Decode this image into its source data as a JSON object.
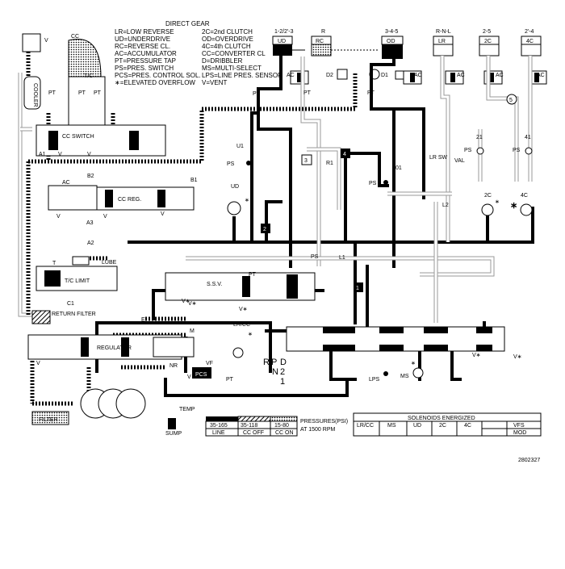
{
  "legend": {
    "title": "DIRECT GEAR",
    "left": [
      "LR=LOW REVERSE",
      "UD=UNDERDRIVE",
      "RC=REVERSE CL.",
      "AC=ACCUMULATOR",
      "PT=PRESSURE TAP",
      "PS=PRES. SWITCH",
      "PCS=PRES. CONTROL SOL.",
      "∗=ELEVATED OVERFLOW"
    ],
    "right": [
      "2C=2nd CLUTCH",
      "OD=OVERDRIVE",
      "4C=4th CLUTCH",
      "CC=CONVERTER CL",
      "D=DRIBBLER",
      "MS=MULTI-SELECT",
      "LPS=LINE PRES. SENSOR",
      "V=VENT"
    ]
  },
  "clutches": [
    {
      "gear": "1-2/2'-3",
      "name": "UD"
    },
    {
      "gear": "R",
      "name": "RC"
    },
    {
      "gear": "3-4-5",
      "name": "OD"
    },
    {
      "gear": "R-N-L",
      "name": "LR"
    },
    {
      "gear": "2-5",
      "name": "2C"
    },
    {
      "gear": "2'-4",
      "name": "4C"
    }
  ],
  "valves": {
    "cc_switch": "CC SWITCH",
    "cc_reg": "CC REG.",
    "ssv": "S.S.V.",
    "tc_limit": "T/C LIMIT",
    "regulator": "REGULATOR",
    "cooler": "COOLER",
    "tc": "T/C",
    "cc": "CC",
    "lube": "LUBE",
    "return_filter": "RETURN FILTER",
    "filter": "FILTER",
    "sump": "SUMP",
    "temp": "TEMP",
    "pcs": "PCS",
    "lr_sw": "LR SW",
    "val": "VAL",
    "lr_cc": "LR/CC",
    "ms": "MS",
    "lps": "LPS"
  },
  "labels": {
    "v": "V",
    "vstar": "V∗",
    "pt": "PT",
    "ac": "AC",
    "ps": "PS",
    "a1": "A1",
    "a2": "A2",
    "a3": "A3",
    "b1": "B1",
    "b2": "B2",
    "c1": "C1",
    "d1": "D1",
    "d2": "D2",
    "u1": "U1",
    "r1": "R1",
    "l1": "L1",
    "l2": "L2",
    "o1": "01",
    "n21": "21",
    "n41": "41",
    "t": "T",
    "e": "E",
    "m": "M",
    "nr": "NR",
    "vf": "VF",
    "ud": "UD",
    "2c": "2C",
    "4c": "4C",
    "star": "∗"
  },
  "circled": [
    "1",
    "2",
    "3",
    "4",
    "5"
  ],
  "shift": {
    "r": "R",
    "p": "P",
    "d": "D",
    "n": "N",
    "two": "2",
    "one": "1"
  },
  "pressure_legend": {
    "ranges": [
      "35-165",
      "35-118",
      "15-80"
    ],
    "names": [
      "LINE",
      "CC OFF",
      "CC ON"
    ],
    "caption1": "PRESSURES(PSI)",
    "caption2": "AT 1500 RPM"
  },
  "solenoids": {
    "title": "SOLENOIDS ENERGIZED",
    "cells": [
      "LR/CC",
      "MS",
      "UD",
      "2C",
      "4C",
      "VFS"
    ],
    "mod": "MOD"
  },
  "figure_number": "2802327"
}
